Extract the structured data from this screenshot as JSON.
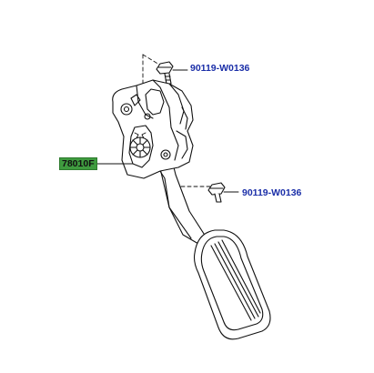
{
  "callouts": {
    "main_part": "78010F",
    "upper_bolt": "90119-W0136",
    "lower_bolt": "90119-W0136"
  },
  "colors": {
    "main_part_highlight": "#3f9b3f",
    "part_number_link": "#1a2ea8",
    "line_art": "#111111"
  },
  "icons": {
    "upper_bolt": "bolt-icon",
    "lower_bolt": "bolt-icon"
  }
}
